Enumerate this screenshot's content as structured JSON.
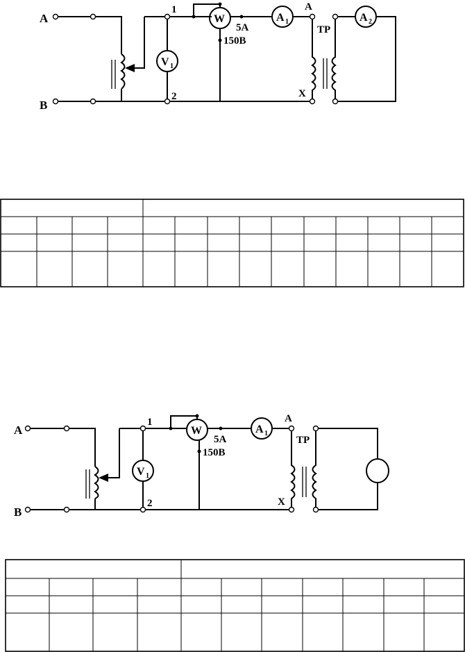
{
  "circuit_top": {
    "labels": {
      "input_a": "A",
      "input_b": "B",
      "node_1": "1",
      "node_2": "2",
      "wattmeter": "W",
      "voltmeter": "V",
      "voltmeter_sub": "1",
      "ammeter_1": "A",
      "ammeter_1_sub": "1",
      "ammeter_2": "A",
      "ammeter_2_sub": "2",
      "current_rating": "5A",
      "voltage_rating": "150B",
      "winding_a": "A",
      "winding_x": "X",
      "transformer": "TP"
    }
  },
  "table_top": {
    "header_groups": 2,
    "group_1_cols": 4,
    "group_2_cols": 10,
    "data_rows": 3,
    "cells": []
  },
  "circuit_bottom": {
    "labels": {
      "input_a": "A",
      "input_b": "B",
      "node_1": "1",
      "node_2": "2",
      "wattmeter": "W",
      "voltmeter": "V",
      "voltmeter_sub": "1",
      "ammeter_1": "A",
      "ammeter_1_sub": "1",
      "current_rating": "5A",
      "voltage_rating": "150B",
      "winding_a": "A",
      "winding_x": "X",
      "transformer": "TP"
    }
  },
  "table_bottom": {
    "header_groups": 2,
    "group_1_cols": 4,
    "group_2_cols": 7,
    "data_rows": 3,
    "cells": []
  }
}
